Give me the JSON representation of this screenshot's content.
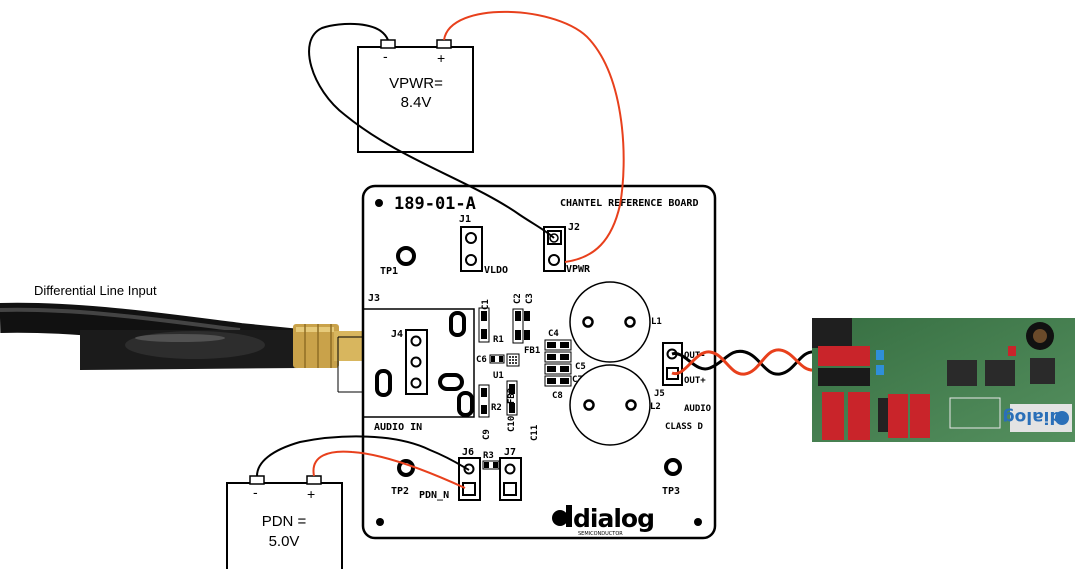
{
  "external": {
    "input_label": "Differential Line Input",
    "vpwr_supply": {
      "minus": "-",
      "plus": "+",
      "line1": "VPWR=",
      "line2": "8.4V"
    },
    "pdn_supply": {
      "minus": "-",
      "plus": "+",
      "line1": "PDN =",
      "line2": "5.0V"
    }
  },
  "board": {
    "part_number": "189-01-A",
    "title": "CHANTEL REFERENCE BOARD",
    "labels": {
      "j1": "J1",
      "vldo": "VLDO",
      "j2": "J2",
      "vpwr": "VPWR",
      "tp1": "TP1",
      "tp2": "TP2",
      "tp3": "TP3",
      "j3": "J3",
      "j4": "J4",
      "audio_in": "AUDIO IN",
      "c1": "C1",
      "r1": "R1",
      "c6": "C6",
      "u1": "U1",
      "r2": "R2",
      "c9": "C9",
      "c2": "C2",
      "c3": "C3",
      "fb1": "FB1",
      "fb2": "FB2",
      "c10": "C10",
      "c11": "C11",
      "c4": "C4",
      "c5": "C5",
      "c7": "C7",
      "c8": "C8",
      "l1": "L1",
      "l2": "L2",
      "out_minus": "OUT-",
      "out_plus": "OUT+",
      "j5": "J5",
      "audio": "AUDIO",
      "class_d": "CLASS D",
      "j6": "J6",
      "r3": "R3",
      "j7": "J7",
      "pdn_n": "PDN_N"
    },
    "logo": {
      "word": "dialog",
      "sub": "SEMICONDUCTOR"
    }
  },
  "photo": {
    "logo_text": "dialog"
  },
  "colors": {
    "wire_red": "#e8401c",
    "wire_black": "#000000",
    "cable": "#1a1a1a",
    "connector_gold": "#c9a24a",
    "pcb_green": "#3f7f4c"
  }
}
